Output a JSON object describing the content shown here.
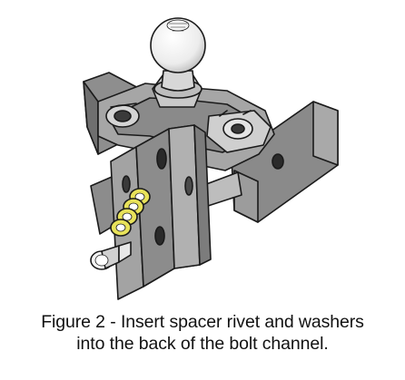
{
  "figure": {
    "caption_line_1": "Figure 2 - Insert spacer rivet and washers",
    "caption_line_2": "into the back of the bolt channel.",
    "ball_marking": "",
    "colors": {
      "metal_dark": "#6e6e6e",
      "metal_mid": "#9a9a9a",
      "metal_light": "#c6c6c6",
      "ball": "#f2f2f2",
      "washer": "#e8e25a",
      "outline": "#1a1a1a"
    },
    "washer_count": 4
  }
}
